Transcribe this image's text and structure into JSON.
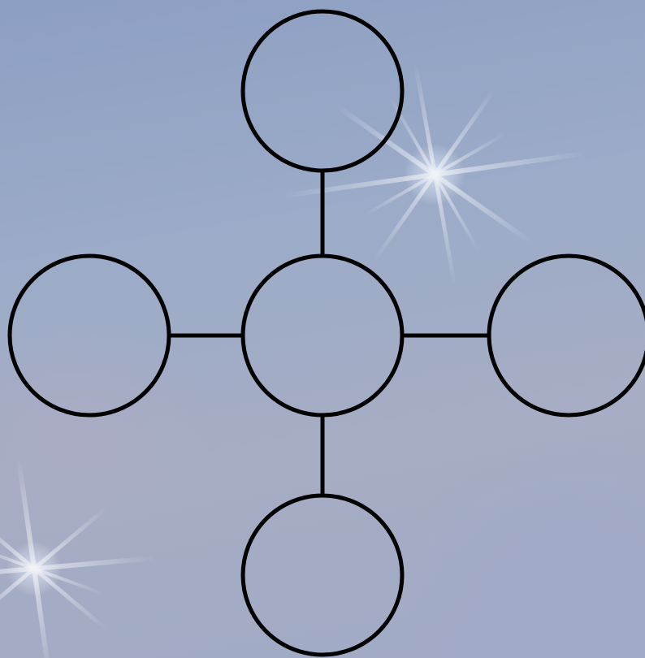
{
  "diagram": {
    "type": "hub-and-spoke",
    "nodes": [
      {
        "id": "center",
        "label": ""
      },
      {
        "id": "top",
        "label": ""
      },
      {
        "id": "left",
        "label": ""
      },
      {
        "id": "right",
        "label": ""
      },
      {
        "id": "bottom",
        "label": ""
      }
    ],
    "edges": [
      {
        "from": "center",
        "to": "top"
      },
      {
        "from": "center",
        "to": "left"
      },
      {
        "from": "center",
        "to": "right"
      },
      {
        "from": "center",
        "to": "bottom"
      }
    ]
  },
  "colors": {
    "background_top": "#8d9fc2",
    "background_bottom": "#a6adc4",
    "stroke": "#000000",
    "sparkle": "#ffffff"
  },
  "decorations": {
    "sparkle_icon_count": 2
  }
}
